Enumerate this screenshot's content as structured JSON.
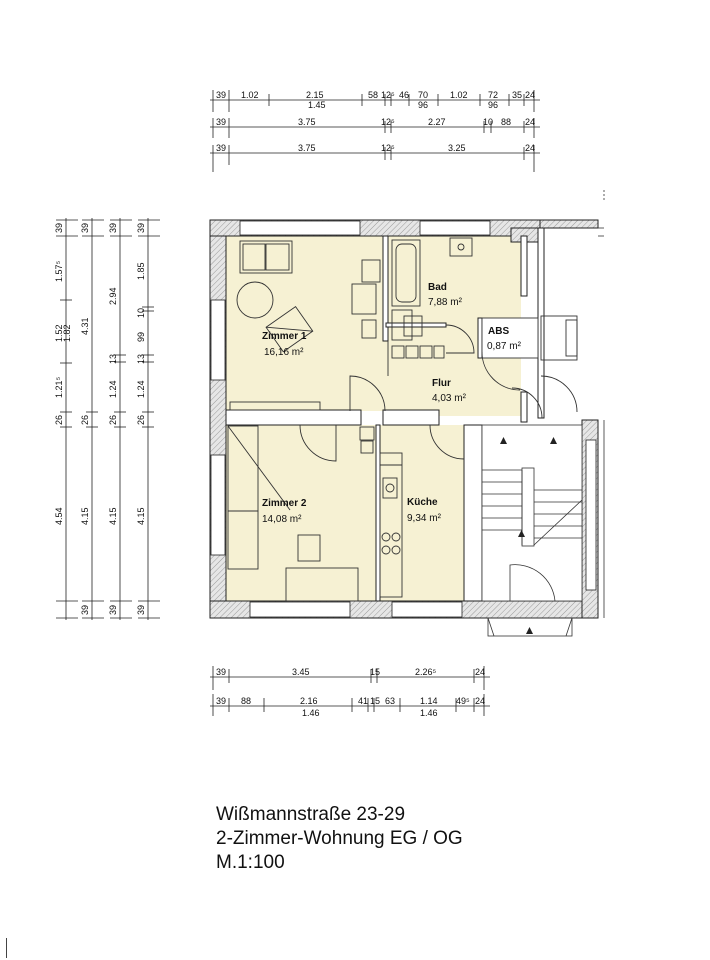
{
  "caption": {
    "street": "Wißmannstraße  23-29",
    "unit": "2-Zimmer-Wohnung EG / OG",
    "scale": "M.1:100"
  },
  "rooms": [
    {
      "name": "Zimmer 1",
      "area": "16,16 m²"
    },
    {
      "name": "Bad",
      "area": "7,88 m²"
    },
    {
      "name": "ABS",
      "area": "0,87 m²"
    },
    {
      "name": "Flur",
      "area": "4,03 m²"
    },
    {
      "name": "Zimmer 2",
      "area": "14,08 m²"
    },
    {
      "name": "Küche",
      "area": "9,34 m²"
    }
  ],
  "dimensions": {
    "top_row1": [
      "39",
      "1.02",
      "2.15",
      "58",
      "12⁵",
      "46",
      "70",
      "1.02",
      "72",
      "35",
      "24"
    ],
    "top_row1_sub": [
      "1.45",
      "96",
      "96"
    ],
    "top_row2": [
      "39",
      "3.75",
      "12⁵",
      "2.27",
      "10",
      "88",
      "24"
    ],
    "top_row3": [
      "39",
      "3.75",
      "12⁵",
      "3.25",
      "24"
    ],
    "bottom_row1": [
      "39",
      "3.45",
      "15",
      "2.26⁵",
      "24"
    ],
    "bottom_row2": [
      "39",
      "88",
      "2.16",
      "41",
      "15",
      "63",
      "1.14",
      "49⁵",
      "24"
    ],
    "bottom_row2_sub": [
      "1.46",
      "1.46"
    ],
    "left_col1": [
      "39",
      "1.57⁵",
      "1.52",
      "1.21⁵",
      "26",
      "4.54"
    ],
    "left_col2": [
      "39",
      "1.82",
      "4.31",
      "26",
      "4.15",
      "39"
    ],
    "left_col3": [
      "39",
      "2.94",
      "13",
      "1.24",
      "26",
      "4.15",
      "39"
    ],
    "left_col4": [
      "39",
      "1.85",
      "10",
      "99",
      "13",
      "1.24",
      "26",
      "4.15",
      "39"
    ]
  },
  "colors": {
    "room_fill": "#f6f1d3",
    "wall_hatch": "#cfcfcf",
    "line": "#222222"
  }
}
